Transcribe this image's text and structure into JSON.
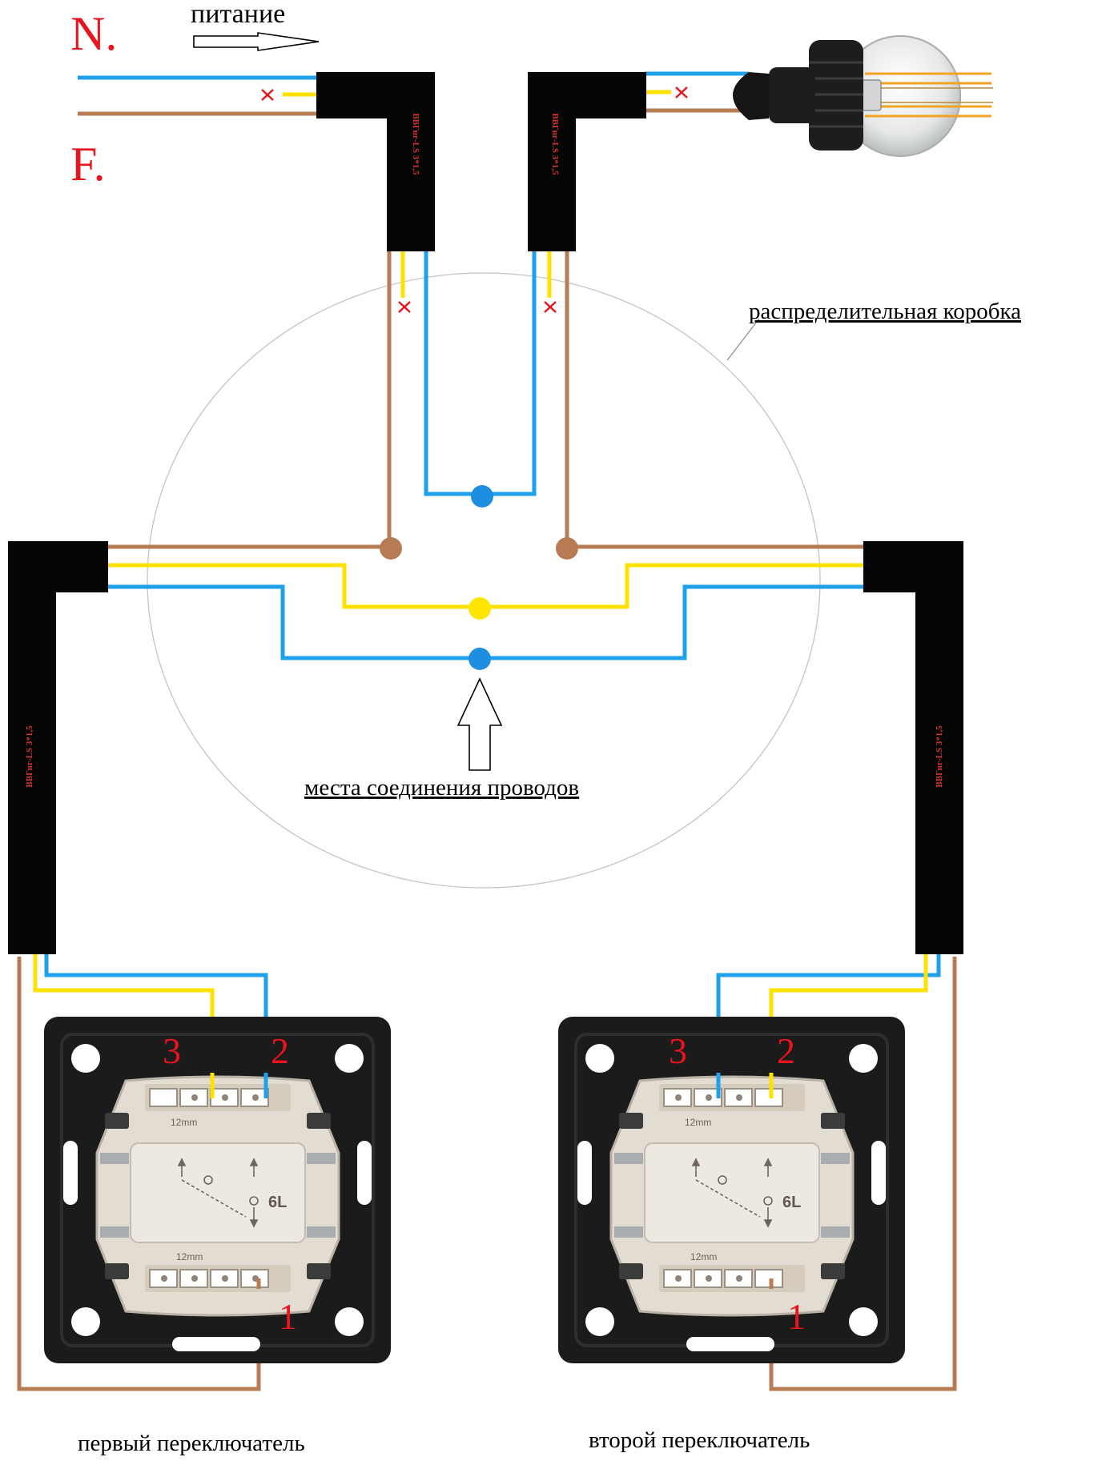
{
  "labels": {
    "neutral": "N.",
    "phase": "F.",
    "supply": "питание",
    "junction_box": "распределительная  коробка",
    "connection_points": "места соединения проводов",
    "first_switch": "первый переключатель",
    "second_switch": "второй переключатель"
  },
  "cable_marking": "ВВГнг-LS 3*1,5",
  "terminals": {
    "first": [
      "3",
      "2",
      "1"
    ],
    "second": [
      "3",
      "2",
      "1"
    ]
  },
  "switch_marking": "6L",
  "terminal_spacing": "12mm",
  "colors": {
    "neutral_wire": "#1ea0ea",
    "phase_wire": "#b87c55",
    "earth_wire": "#ffe100",
    "cable_jacket": "#050505",
    "cut_mark": "#e8141e",
    "label_red": "#e8141e",
    "joint_blue": "#1e8fe0",
    "joint_brown": "#b87c55",
    "joint_yellow": "#ffe600"
  }
}
